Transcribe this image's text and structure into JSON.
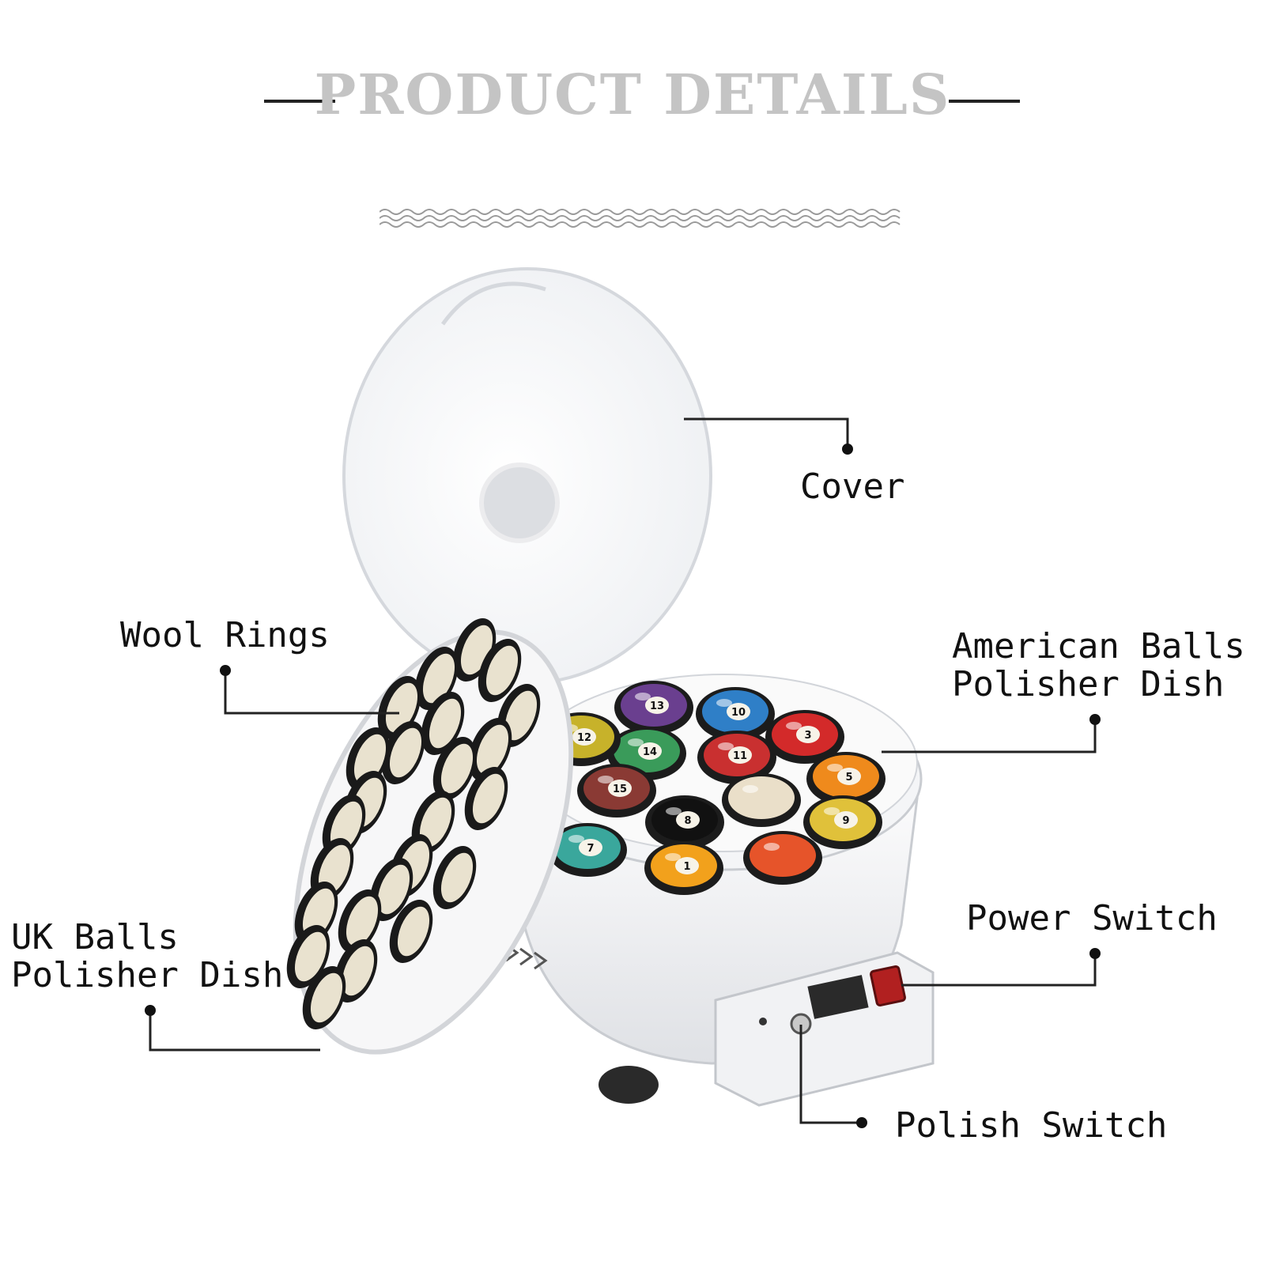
{
  "header": {
    "title": "PRODUCT DETAILS"
  },
  "callouts": {
    "cover": {
      "label": "Cover"
    },
    "wool_rings": {
      "label": "Wool Rings"
    },
    "american_dish": {
      "label_line1": "American Balls",
      "label_line2": "Polisher Dish"
    },
    "uk_dish": {
      "label_line1": "UK Balls",
      "label_line2": "Polisher Dish"
    },
    "power_switch": {
      "label": "Power Switch"
    },
    "polish_switch": {
      "label": "Polish Switch"
    }
  },
  "balls": [
    {
      "number": "13",
      "color": "#6a3f8f"
    },
    {
      "number": "10",
      "color": "#2f7fc7"
    },
    {
      "number": "3",
      "color": "#d32a2a"
    },
    {
      "number": "14",
      "color": "#3a9b5a"
    },
    {
      "number": "11",
      "color": "#c93030"
    },
    {
      "number": "5",
      "color": "#ef8a1c"
    },
    {
      "number": "15",
      "color": "#8a3a34"
    },
    {
      "number": "",
      "color": "#eadfc9"
    },
    {
      "number": "8",
      "color": "#111111"
    },
    {
      "number": "9",
      "color": "#e0c13a"
    },
    {
      "number": "7",
      "color": "#3aa79c"
    },
    {
      "number": "1",
      "color": "#f2a11c"
    },
    {
      "number": "",
      "color": "#e6542a"
    },
    {
      "number": "12",
      "color": "#c7b22a"
    }
  ],
  "colors": {
    "title_gray": "#c4c4c4",
    "line_dark": "#222222",
    "device_white": "#f3f4f6",
    "ring_dark": "#1a1a1a",
    "ring_felt": "#e9e2cf"
  }
}
